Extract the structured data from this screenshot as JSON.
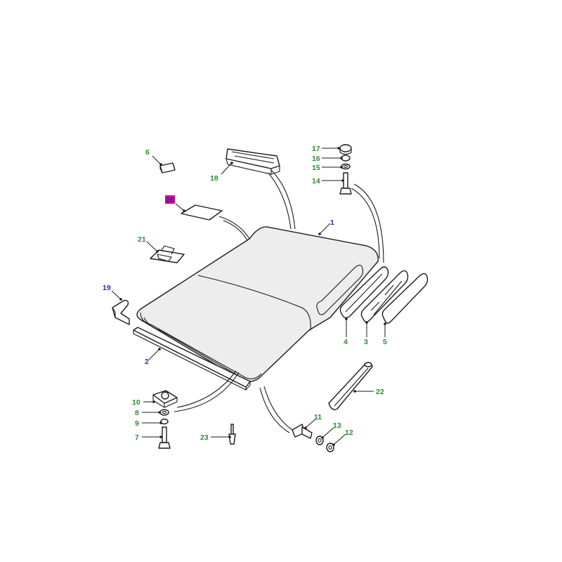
{
  "colors": {
    "label_green": "#2e8b2e",
    "label_blue": "#1f2fbf",
    "highlight_fill": "#e0007a",
    "highlight_text": "#1f2fbf"
  },
  "labels": {
    "p1": "1",
    "p2": "2",
    "p3": "3",
    "p4": "4",
    "p5": "5",
    "p6": "6",
    "p7": "7",
    "p8": "8",
    "p9": "9",
    "p10": "10",
    "p11": "11",
    "p12": "12",
    "p13": "13",
    "p14": "14",
    "p15": "15",
    "p16": "16",
    "p17": "17",
    "p18": "18",
    "p19": "19",
    "p20": "20",
    "p21": "21",
    "p22": "22",
    "p23": "23"
  }
}
